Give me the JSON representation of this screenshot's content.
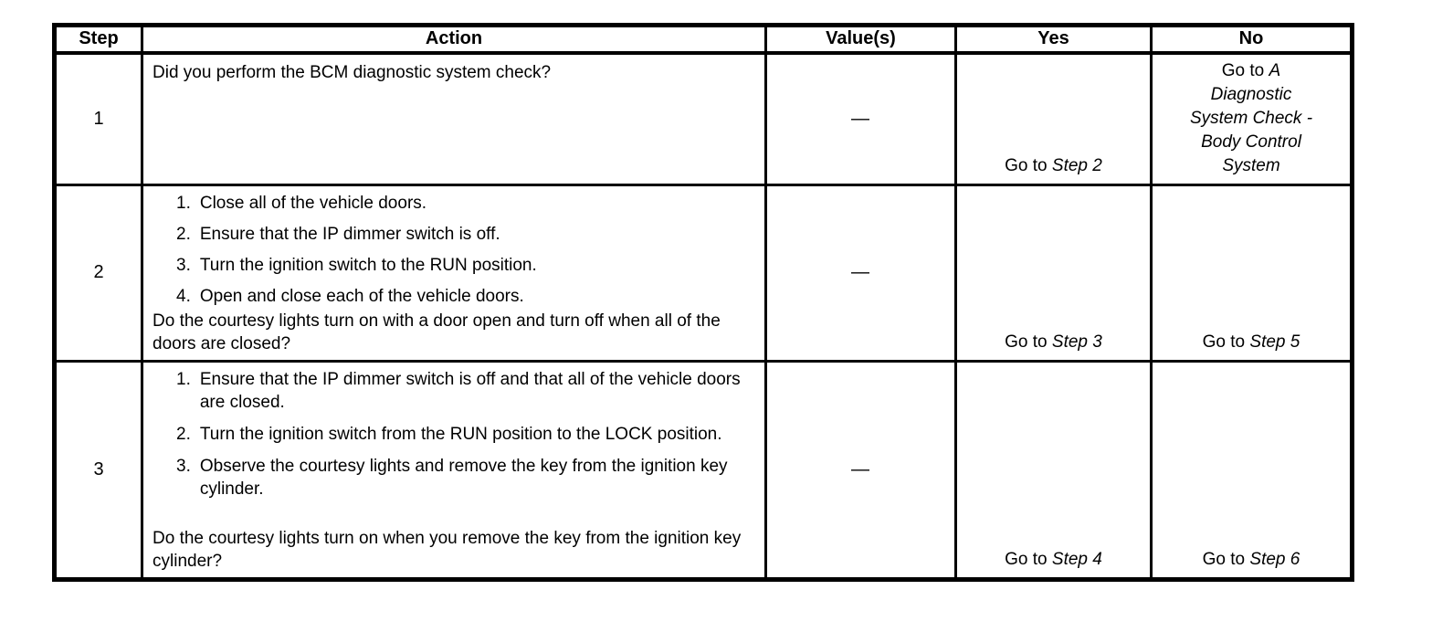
{
  "table": {
    "headers": [
      "Step",
      "Action",
      "Value(s)",
      "Yes",
      "No"
    ],
    "rows": [
      {
        "step": "1",
        "action": {
          "intro": "Did you perform the BCM diagnostic system check?"
        },
        "value": "—",
        "yes": {
          "prefix": "Go to ",
          "ref": "Step 2"
        },
        "no": {
          "prefix": "Go to ",
          "ref_first": "A",
          "ref_lines": [
            "Diagnostic",
            "System Check -",
            "Body Control",
            "System"
          ]
        }
      },
      {
        "step": "2",
        "action": {
          "items": [
            {
              "num": "1.",
              "text": "Close all of the vehicle doors."
            },
            {
              "num": "2.",
              "text": "Ensure that the IP dimmer switch is off."
            },
            {
              "num": "3.",
              "text": "Turn the ignition switch to the RUN position."
            },
            {
              "num": "4.",
              "text": "Open and close each of the vehicle doors."
            }
          ],
          "question": "Do the courtesy lights turn on with a door open and turn off when all of the doors are closed?"
        },
        "value": "—",
        "yes": {
          "prefix": "Go to ",
          "ref": "Step 3"
        },
        "no": {
          "prefix": "Go to ",
          "ref": "Step 5"
        }
      },
      {
        "step": "3",
        "action": {
          "items": [
            {
              "num": "1.",
              "text": "Ensure that the IP dimmer switch is off and that all of the vehicle doors are closed."
            },
            {
              "num": "2.",
              "text": "Turn the ignition switch from the RUN position to the LOCK position."
            },
            {
              "num": "3.",
              "text": "Observe the courtesy lights and remove the key from the ignition key cylinder."
            }
          ],
          "question": "Do the courtesy lights turn on when you remove the key from the ignition key cylinder?"
        },
        "value": "—",
        "yes": {
          "prefix": "Go to ",
          "ref": "Step 4"
        },
        "no": {
          "prefix": "Go to ",
          "ref": "Step 6"
        }
      }
    ]
  }
}
